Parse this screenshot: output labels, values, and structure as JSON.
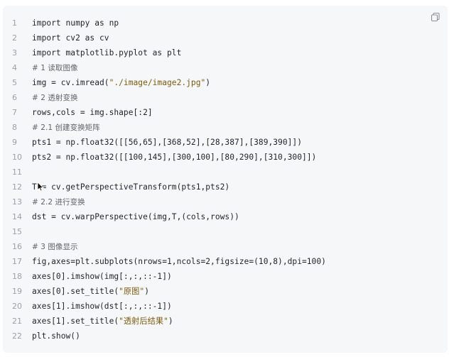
{
  "toolbar": {
    "copy_icon": "copy-icon"
  },
  "code": {
    "lines": [
      {
        "n": "1",
        "text": "import numpy as np"
      },
      {
        "n": "2",
        "text": "import cv2 as cv"
      },
      {
        "n": "3",
        "text": "import matplotlib.pyplot as plt"
      },
      {
        "n": "4",
        "text": "# 1 读取图像"
      },
      {
        "n": "5",
        "text": "img = cv.imread(\"./image/image2.jpg\")"
      },
      {
        "n": "6",
        "text": "# 2 透射变换"
      },
      {
        "n": "7",
        "text": "rows,cols = img.shape[:2]"
      },
      {
        "n": "8",
        "text": "# 2.1 创建变换矩阵"
      },
      {
        "n": "9",
        "text": "pts1 = np.float32([[56,65],[368,52],[28,387],[389,390]])"
      },
      {
        "n": "10",
        "text": "pts2 = np.float32([[100,145],[300,100],[80,290],[310,300]])"
      },
      {
        "n": "11",
        "text": ""
      },
      {
        "n": "12",
        "text": "T = cv.getPerspectiveTransform(pts1,pts2)"
      },
      {
        "n": "13",
        "text": "# 2.2 进行变换"
      },
      {
        "n": "14",
        "text": "dst = cv.warpPerspective(img,T,(cols,rows))"
      },
      {
        "n": "15",
        "text": ""
      },
      {
        "n": "16",
        "text": "# 3 图像显示"
      },
      {
        "n": "17",
        "text": "fig,axes=plt.subplots(nrows=1,ncols=2,figsize=(10,8),dpi=100)"
      },
      {
        "n": "18",
        "text": "axes[0].imshow(img[:,:,::-1])"
      },
      {
        "n": "19",
        "text": "axes[0].set_title(\"原图\")"
      },
      {
        "n": "20",
        "text": "axes[1].imshow(dst[:,:,::-1])"
      },
      {
        "n": "21",
        "text": "axes[1].set_title(\"透射后结果\")"
      },
      {
        "n": "22",
        "text": "plt.show()"
      }
    ]
  },
  "colors": {
    "panel_bg": "#f6f7f9",
    "code_text": "#1f2328",
    "line_number": "#9aa0a6",
    "comment": "#5f6368"
  }
}
